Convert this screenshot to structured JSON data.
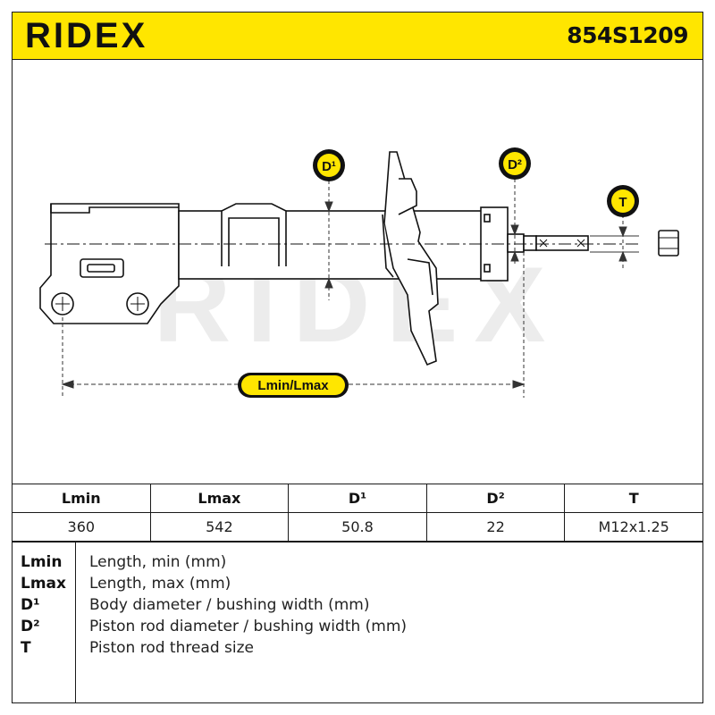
{
  "header": {
    "brand": "RIDEX",
    "part_number": "854S1209",
    "background_color": "#ffe600"
  },
  "diagram": {
    "watermark": "RIDEX",
    "labels": {
      "d1": "D¹",
      "d2": "D²",
      "t": "T",
      "length": "Lmin/Lmax"
    },
    "icons": [
      "strut-body-drawing",
      "spring-seat-bracket",
      "piston-rod",
      "nut-icon"
    ]
  },
  "table": {
    "headers": [
      "Lmin",
      "Lmax",
      "D¹",
      "D²",
      "T"
    ],
    "values": [
      "360",
      "542",
      "50.8",
      "22",
      "M12x1.25"
    ]
  },
  "legend": [
    {
      "key": "Lmin",
      "desc": "Length, min (mm)"
    },
    {
      "key": "Lmax",
      "desc": "Length, max (mm)"
    },
    {
      "key": "D¹",
      "desc": "Body diameter / bushing width (mm)"
    },
    {
      "key": "D²",
      "desc": "Piston rod diameter / bushing width (mm)"
    },
    {
      "key": "T",
      "desc": "Piston rod thread size"
    }
  ]
}
